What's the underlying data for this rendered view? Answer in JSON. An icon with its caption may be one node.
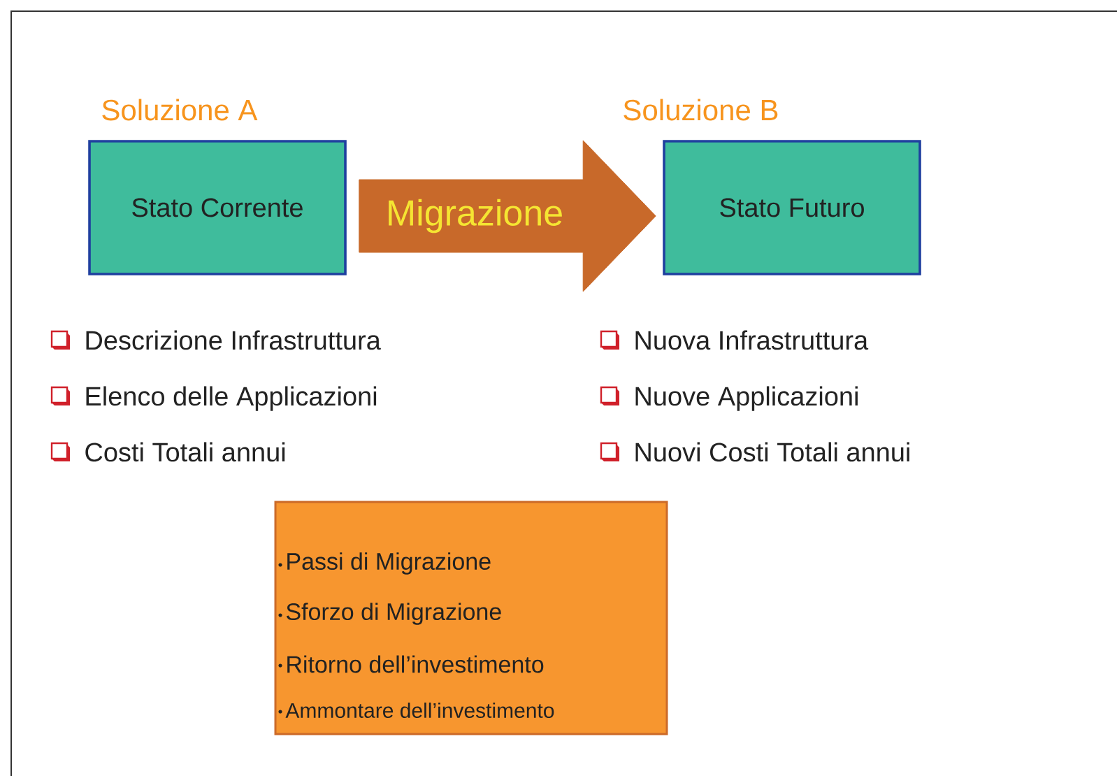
{
  "diagram": {
    "nodes": [
      {
        "text": [
          "Soluzione A",
          "Stato Corrente"
        ]
      },
      {
        "text": [
          "Soluzione B",
          "Stato Futuro"
        ]
      },
      {
        "text": [
          "Passi di Migrazione",
          "Sforzo di Migrazione",
          "Ritorno dell’investimento",
          "Ammontare dell’investimento"
        ]
      }
    ],
    "edges": [
      {
        "from": 0,
        "to": 1,
        "arrow": "to",
        "label": "Migrazione"
      }
    ],
    "labels": [
      "Descrizione Infrastruttura",
      "Nuova Infrastruttura",
      "Elenco delle Applicazioni",
      "Nuove Applicazioni",
      "Costi Totali annui",
      "Nuovi Costi Totali annui"
    ]
  }
}
